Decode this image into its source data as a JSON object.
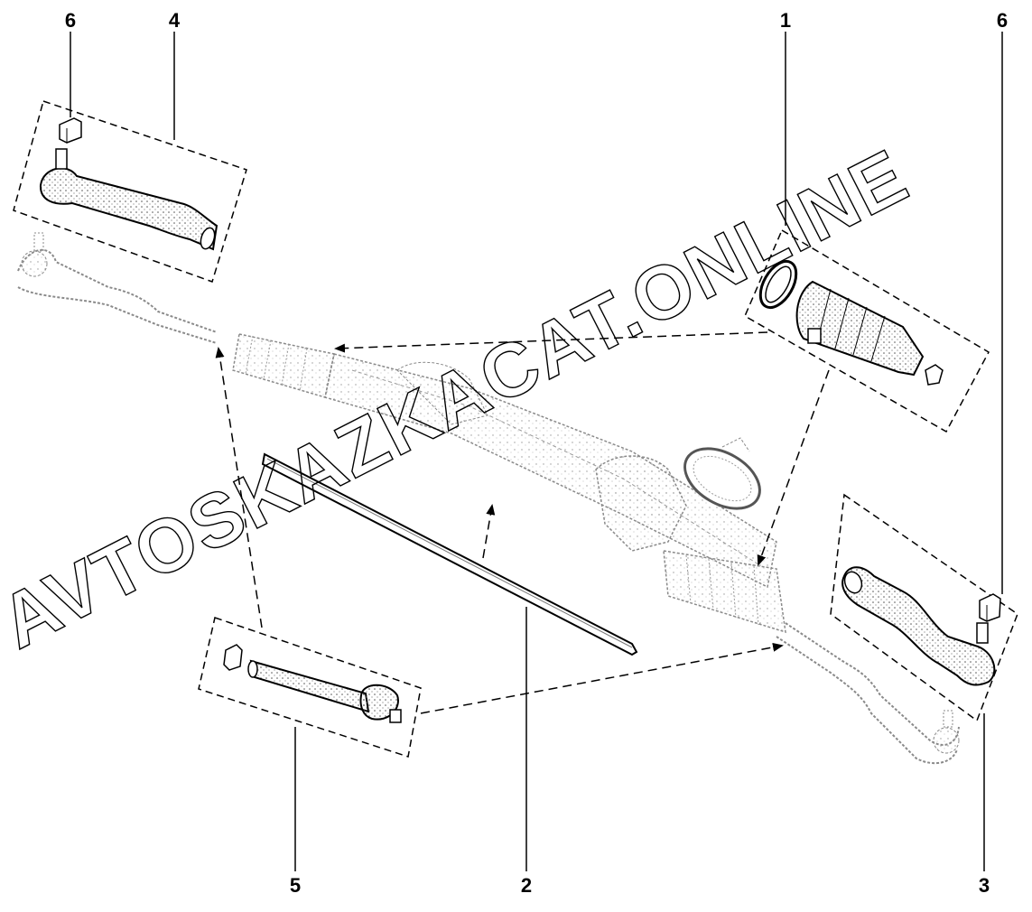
{
  "callouts": {
    "c1": "1",
    "c2": "2",
    "c3": "3",
    "c4": "4",
    "c5": "5",
    "c6_left": "6",
    "c6_right": "6"
  },
  "watermark": "AVTOSKAZKACAT.ONLINE",
  "colors": {
    "line": "#000000",
    "part_fill": "#ffffff",
    "ghost": "#8a8a8a",
    "stipple": "#555555"
  }
}
